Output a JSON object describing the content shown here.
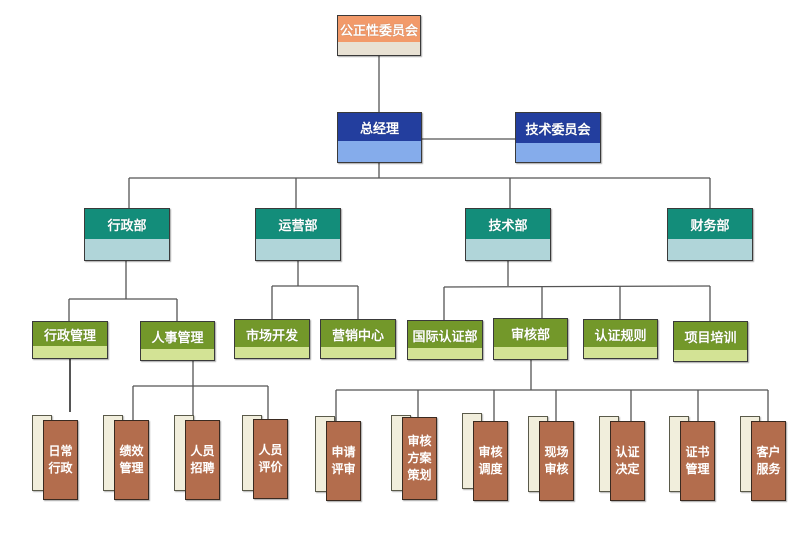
{
  "title": "组织结构图",
  "colors": {
    "committee": "#f29a6a",
    "executive": "#233e9e",
    "department": "#138d7a",
    "section": "#73982a",
    "unit": "#b36d4d",
    "connector": "#555555"
  },
  "top": {
    "impartiality_committee": "公正性委员会",
    "general_manager": "总经理",
    "technical_committee": "技术委员会"
  },
  "departments": [
    {
      "label": "行政部"
    },
    {
      "label": "运营部"
    },
    {
      "label": "技术部"
    },
    {
      "label": "财务部"
    }
  ],
  "sections": [
    {
      "label": "行政管理",
      "parent": "行政部"
    },
    {
      "label": "人事管理",
      "parent": "行政部"
    },
    {
      "label": "市场开发",
      "parent": "运营部"
    },
    {
      "label": "营销中心",
      "parent": "运营部"
    },
    {
      "label": "国际认证部",
      "parent": "技术部"
    },
    {
      "label": "审核部",
      "parent": "技术部"
    },
    {
      "label": "认证规则",
      "parent": "技术部"
    },
    {
      "label": "项目培训",
      "parent": "技术部"
    }
  ],
  "units": [
    {
      "label": "日常行政",
      "parent": "行政管理"
    },
    {
      "label": "绩效管理",
      "parent": "人事管理"
    },
    {
      "label": "人员招聘",
      "parent": "人事管理"
    },
    {
      "label": "人员评价",
      "parent": "人事管理"
    },
    {
      "label": "申请评审",
      "parent": "审核部"
    },
    {
      "label": "审核方案策划",
      "parent": "审核部"
    },
    {
      "label": "审核调度",
      "parent": "审核部"
    },
    {
      "label": "现场审核",
      "parent": "审核部"
    },
    {
      "label": "认证决定",
      "parent": "审核部"
    },
    {
      "label": "证书管理",
      "parent": "审核部"
    },
    {
      "label": "客户服务",
      "parent": "审核部"
    }
  ]
}
